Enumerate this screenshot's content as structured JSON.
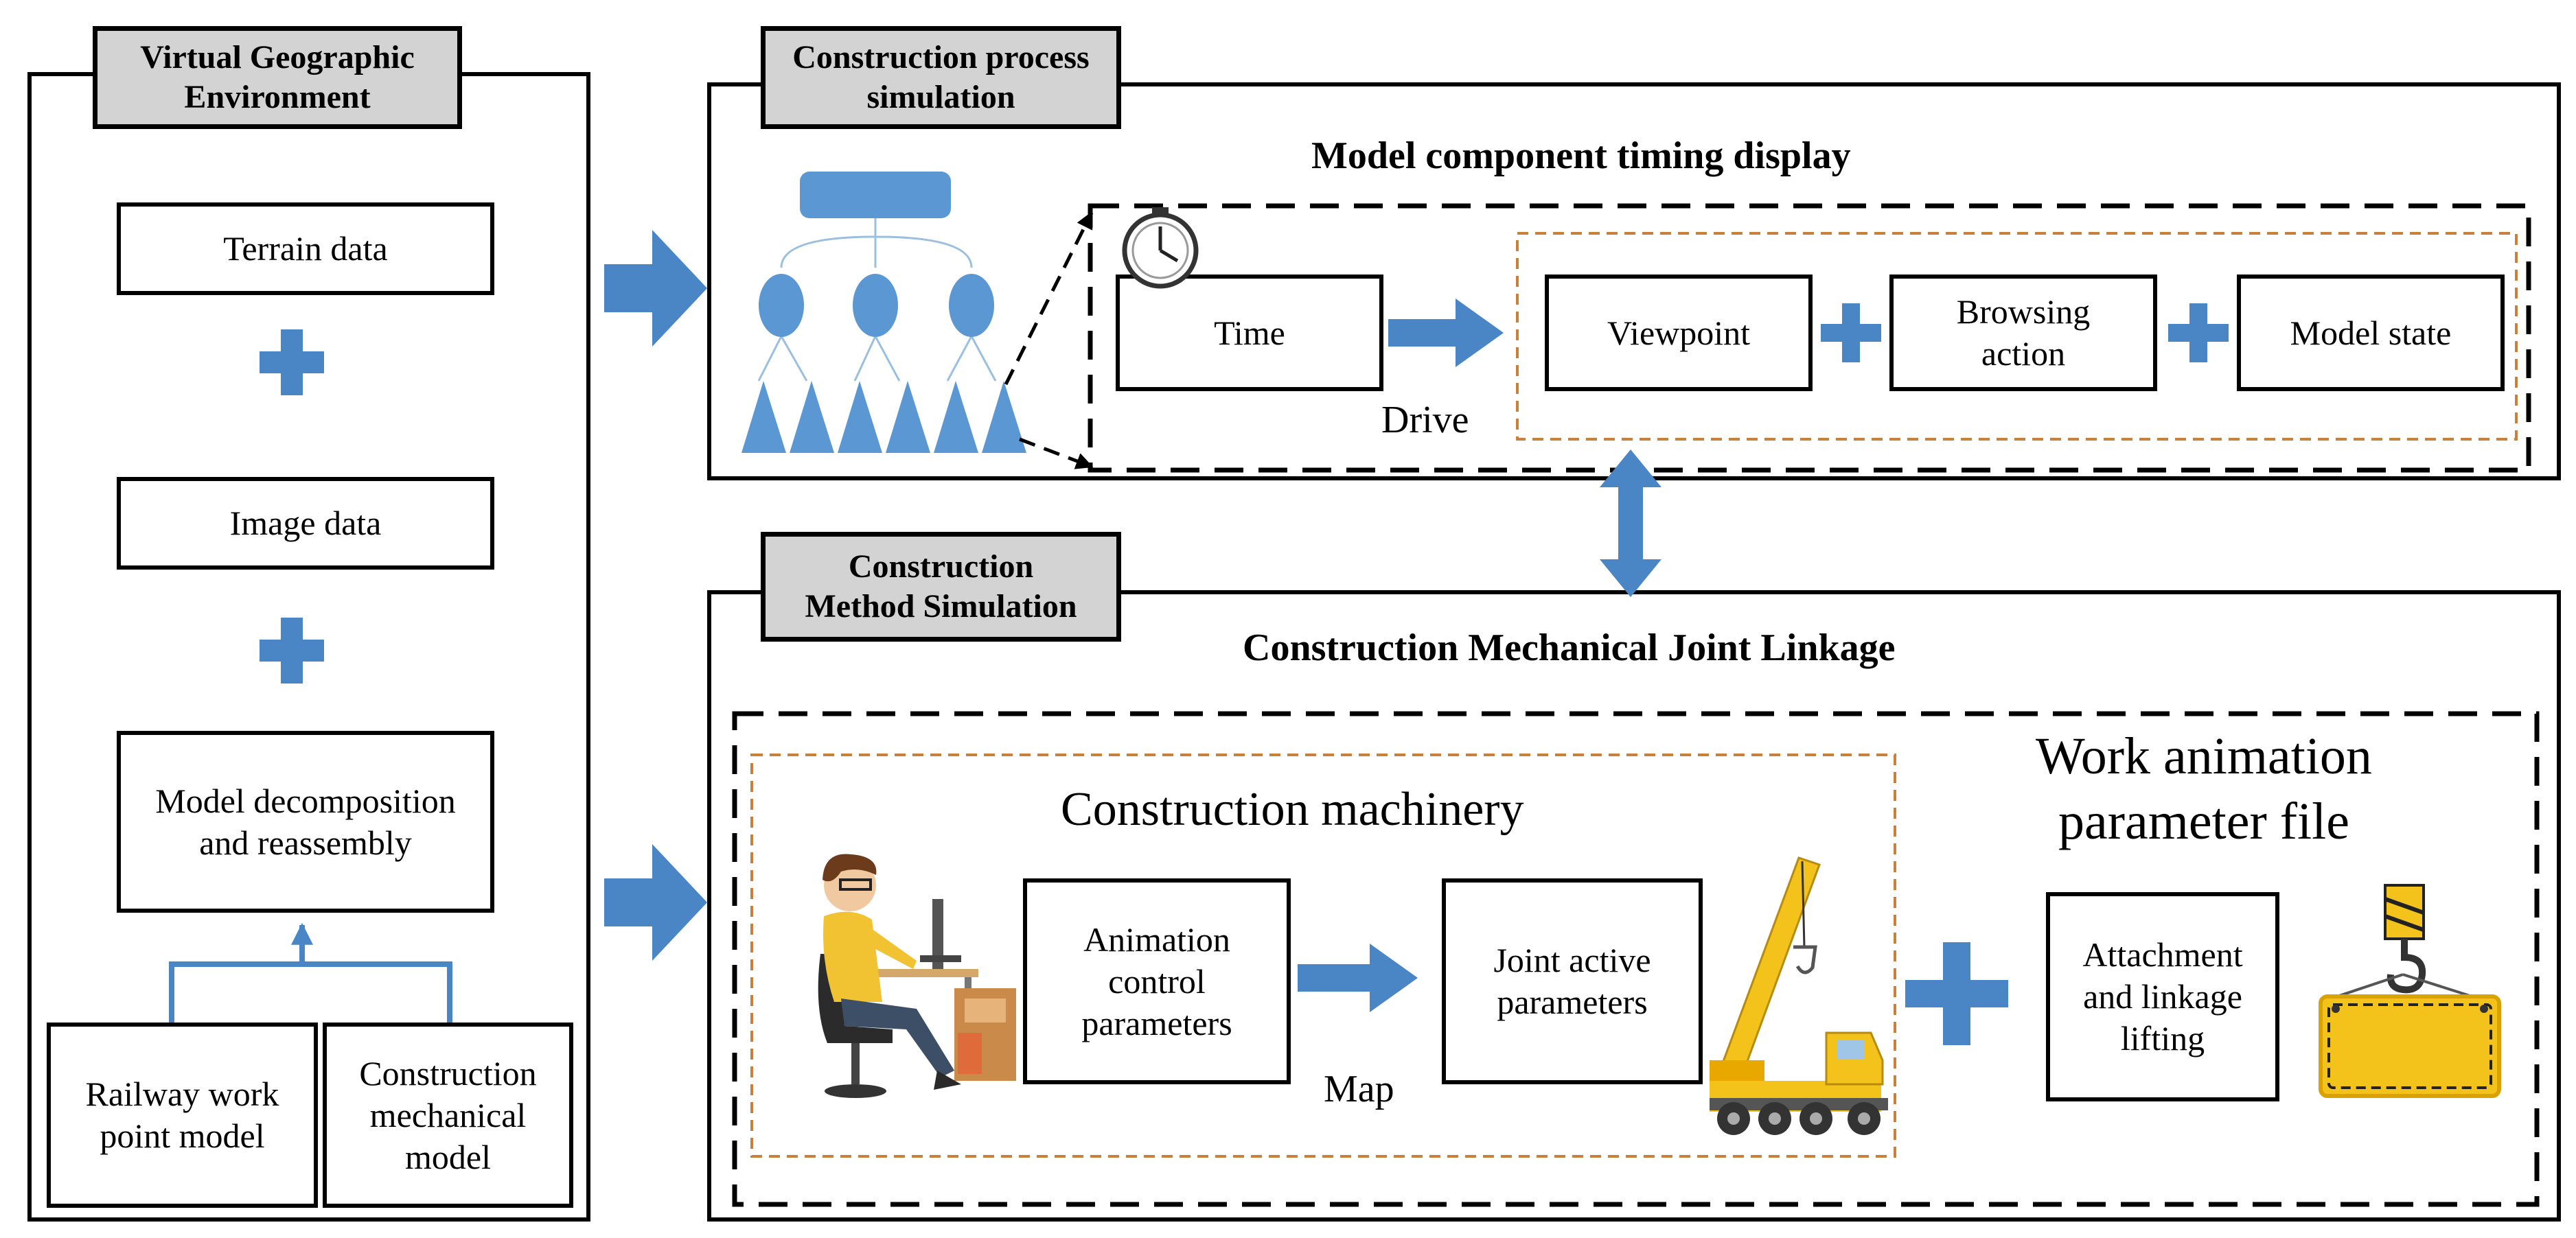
{
  "colors": {
    "accent_blue": "#4a86c5",
    "orange_dashed": "#c9803a",
    "tab_gray": "#d3d3d3",
    "crane_yellow": "#f3c21b"
  },
  "left_panel": {
    "title": "Virtual Geographic Environment",
    "terrain": "Terrain data",
    "image": "Image data",
    "decomposition": "Model decomposition and reassembly",
    "railway": "Railway work point model",
    "mechanical": "Construction mechanical model"
  },
  "process_panel": {
    "title": "Construction process simulation",
    "subtitle": "Model component timing display",
    "time": "Time",
    "drive": "Drive",
    "viewpoint": "Viewpoint",
    "browsing": "Browsing action",
    "model_state": "Model state"
  },
  "method_panel": {
    "title": "Construction Method Simulation",
    "subtitle": "Construction Mechanical Joint Linkage",
    "machinery": "Construction machinery",
    "animation_control": "Animation control parameters",
    "map": "Map",
    "joint_active": "Joint active parameters",
    "work_animation": "Work animation parameter file",
    "attachment": "Attachment and linkage lifting"
  },
  "icons": [
    "clock-icon",
    "tree-hierarchy-icon",
    "worker-at-desk-icon",
    "crane-truck-icon",
    "hook-sign-icon",
    "plus-icon",
    "right-arrow-icon",
    "double-arrow-icon"
  ]
}
